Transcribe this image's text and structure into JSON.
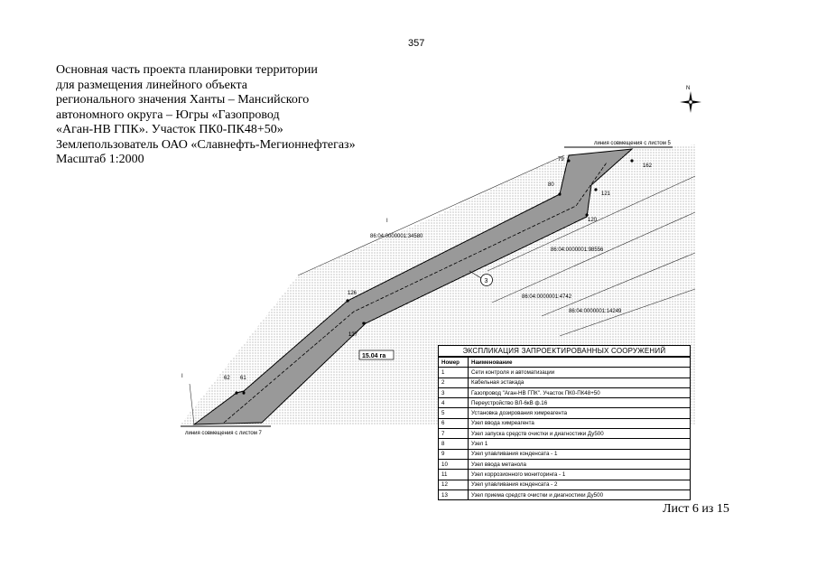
{
  "page_number": "357",
  "title_lines": [
    "Основная часть проекта планировки территории",
    "для размещения линейного объекта",
    "регионального значения Ханты – Мансийского",
    "автономного округа – Югры «Газопровод",
    "«Аган-НВ ГПК». Участок ПК0-ПК48+50»",
    "Землепользователь ОАО «Славнефть-Мегионнефтегаз»",
    "Масштаб 1:2000"
  ],
  "compass_label": "N",
  "map": {
    "junction_top": "линия совмещения с листом 5",
    "junction_bottom": "линия совмещения с листом 7",
    "parcels": [
      "86:04:0000001:34580",
      "86:04:0000001:98556",
      "86:04:0000001:4742",
      "86:04:0000001:14249"
    ],
    "area_label": "15.04 га",
    "callout_number": "3",
    "point_labels": [
      "79",
      "162",
      "80",
      "121",
      "120",
      "126",
      "127",
      "62",
      "61",
      "I",
      "I"
    ]
  },
  "legend": {
    "title": "ЭКСПЛИКАЦИЯ ЗАПРОЕКТИРОВАННЫХ СООРУЖЕНИЙ",
    "header_number": "Номер",
    "header_name": "Наименование",
    "rows": [
      {
        "num": "1",
        "name": "Сети контроля и автоматизации"
      },
      {
        "num": "2",
        "name": "Кабельная эстакада"
      },
      {
        "num": "3",
        "name": "Газопровод \"Аган-НВ ГПК\". Участок ПК0-ПК48+50"
      },
      {
        "num": "4",
        "name": "Переустройство ВЛ-6кВ ф.16"
      },
      {
        "num": "5",
        "name": "Установка дозирования химреагента"
      },
      {
        "num": "6",
        "name": "Узел ввода химреагента"
      },
      {
        "num": "7",
        "name": "Узел запуска средств очистки и диагностики Ду500"
      },
      {
        "num": "8",
        "name": "Узел 1"
      },
      {
        "num": "9",
        "name": "Узел улавливания конденсата - 1"
      },
      {
        "num": "10",
        "name": "Узел ввода метанола"
      },
      {
        "num": "11",
        "name": "Узел коррозионного мониторинга - 1"
      },
      {
        "num": "12",
        "name": "Узел улавливания конденсата - 2"
      },
      {
        "num": "13",
        "name": "Узел приема средств очистки и диагностики Ду500"
      }
    ]
  },
  "sheet_label": "Лист 6 из 15"
}
